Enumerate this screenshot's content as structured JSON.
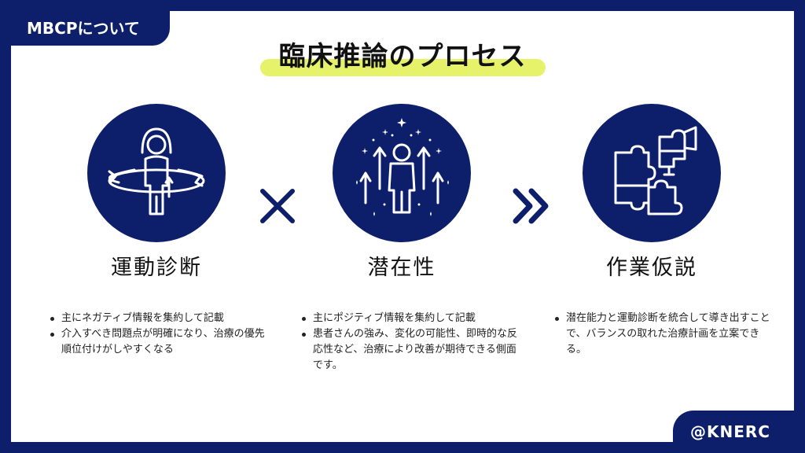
{
  "header": {
    "tag": "MBCPについて",
    "title": "臨床推論のプロセス"
  },
  "steps": [
    {
      "label": "運動診断",
      "icon": "person-hula-hoop-icon",
      "bullets": [
        "主にネガティブ情報を集約して記載",
        "介入すべき問題点が明確になり、治療の優先順位付けがしやすくなる"
      ]
    },
    {
      "label": "潜在性",
      "icon": "person-arrows-sparkle-icon",
      "bullets": [
        "主にポジティブ情報を集約して記載",
        "患者さんの強み、変化の可能性、即時的な反応性など、治療により改善が期待できる側面です。"
      ]
    },
    {
      "label": "作業仮説",
      "icon": "puzzle-pieces-icon",
      "bullets": [
        "潜在能力と運動診断を統合して導き出すことで、バランスの取れた治療計画を立案できる。"
      ]
    }
  ],
  "operators": {
    "first": "multiply-icon",
    "second": "double-chevron-right-icon"
  },
  "footer": {
    "badge": "@KNERC"
  },
  "colors": {
    "navy": "#0d1f6b",
    "highlight": "#e6f36a",
    "white": "#ffffff"
  }
}
